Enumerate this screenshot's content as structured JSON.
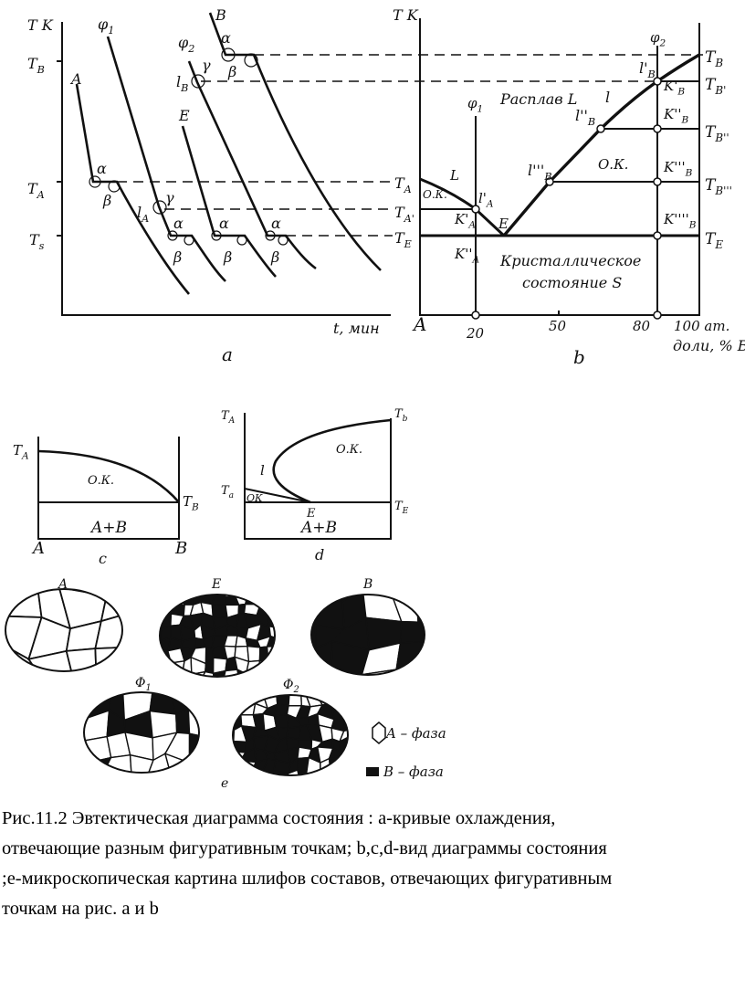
{
  "figure_a": {
    "panel_label": "a",
    "y_axis": {
      "t": "T K",
      "s": ""
    },
    "x_axis": {
      "t": "t, мин",
      "s": ""
    },
    "labels": [
      {
        "t": "T",
        "s": "B"
      },
      {
        "t": "T",
        "s": "A"
      },
      {
        "t": "T",
        "s": "s"
      },
      {
        "t": "A",
        "s": ""
      },
      {
        "t": "φ",
        "s": "1"
      },
      {
        "t": "φ",
        "s": "2"
      },
      {
        "t": "E",
        "s": ""
      },
      {
        "t": "B",
        "s": ""
      },
      {
        "t": "l",
        "s": "B"
      },
      {
        "t": "l",
        "s": "A"
      },
      {
        "t": "T",
        "s": "A"
      },
      {
        "t": "T",
        "s": "A'"
      },
      {
        "t": "T",
        "s": "E"
      },
      {
        "t": "α",
        "s": ""
      },
      {
        "t": "β",
        "s": ""
      },
      {
        "t": "α",
        "s": ""
      },
      {
        "t": "β",
        "s": ""
      },
      {
        "t": "γ",
        "s": ""
      },
      {
        "t": "γ",
        "s": ""
      },
      {
        "t": "α",
        "s": ""
      },
      {
        "t": "β",
        "s": ""
      },
      {
        "t": "α",
        "s": ""
      },
      {
        "t": "β",
        "s": ""
      },
      {
        "t": "α",
        "s": ""
      },
      {
        "t": "β",
        "s": ""
      }
    ]
  },
  "figure_b": {
    "panel_label": "b",
    "labels": [
      {
        "t": "T K",
        "s": ""
      },
      {
        "t": "φ",
        "s": "2"
      },
      {
        "t": "φ",
        "s": "1"
      },
      {
        "t": "T",
        "s": "B"
      },
      {
        "t": "T",
        "s": "B'"
      },
      {
        "t": "T",
        "s": "B''"
      },
      {
        "t": "T",
        "s": "B'''"
      },
      {
        "t": "T",
        "s": "E"
      },
      {
        "t": "l'",
        "s": "B"
      },
      {
        "t": "K'",
        "s": "B"
      },
      {
        "t": "l''",
        "s": "B"
      },
      {
        "t": "K''",
        "s": "B"
      },
      {
        "t": "l'''",
        "s": "B"
      },
      {
        "t": "K'''",
        "s": "B"
      },
      {
        "t": "K''''",
        "s": "B"
      },
      {
        "t": "L",
        "s": ""
      },
      {
        "t": "l'",
        "s": "A"
      },
      {
        "t": "K'",
        "s": "A"
      },
      {
        "t": "K''",
        "s": "A"
      },
      {
        "t": "E",
        "s": ""
      },
      {
        "t": "О.К.",
        "s": ""
      },
      {
        "t": "О.К.",
        "s": ""
      },
      {
        "t": "l",
        "s": ""
      },
      {
        "t": "Расплав L",
        "s": ""
      },
      {
        "t": "Кристаллическое",
        "s": ""
      },
      {
        "t": "состояние S",
        "s": ""
      },
      {
        "t": "A",
        "s": ""
      },
      {
        "t": "20",
        "s": ""
      },
      {
        "t": "50",
        "s": ""
      },
      {
        "t": "80",
        "s": ""
      },
      {
        "t": "100 ат.",
        "s": ""
      },
      {
        "t": "доли, % B",
        "s": ""
      }
    ]
  },
  "figure_c": {
    "panel_label": "c",
    "labels": [
      {
        "t": "T",
        "s": "A"
      },
      {
        "t": "T",
        "s": "B"
      },
      {
        "t": "О.К.",
        "s": ""
      },
      {
        "t": "A+B",
        "s": ""
      },
      {
        "t": "A",
        "s": ""
      },
      {
        "t": "B",
        "s": ""
      }
    ]
  },
  "figure_d": {
    "panel_label": "d",
    "labels": [
      {
        "t": "T",
        "s": "A"
      },
      {
        "t": "T",
        "s": "b"
      },
      {
        "t": "T",
        "s": "a"
      },
      {
        "t": "T",
        "s": "E"
      },
      {
        "t": "О.К.",
        "s": ""
      },
      {
        "t": "ОК",
        "s": ""
      },
      {
        "t": "l",
        "s": ""
      },
      {
        "t": "E",
        "s": ""
      },
      {
        "t": "A+B",
        "s": ""
      }
    ]
  },
  "figure_e": {
    "panel_label": "e",
    "samples": [
      {
        "t": "A",
        "s": ""
      },
      {
        "t": "E",
        "s": ""
      },
      {
        "t": "B",
        "s": ""
      },
      {
        "t": "Φ",
        "s": "1"
      },
      {
        "t": "Φ",
        "s": "2"
      }
    ],
    "legend": [
      {
        "t": "A – фаза",
        "s": ""
      },
      {
        "t": "B – фаза",
        "s": ""
      }
    ]
  },
  "caption": {
    "lines": [
      "Рис.11.2 Эвтектическая диаграмма состояния : а-кривые охлаждения,",
      "отвечающие разным фигуративным точкам;  b,c,d-вид диаграммы состояния",
      ";е-микроскопическая картина шлифов составов, отвечающих фигуративным",
      "точкам на рис. а и b"
    ]
  }
}
